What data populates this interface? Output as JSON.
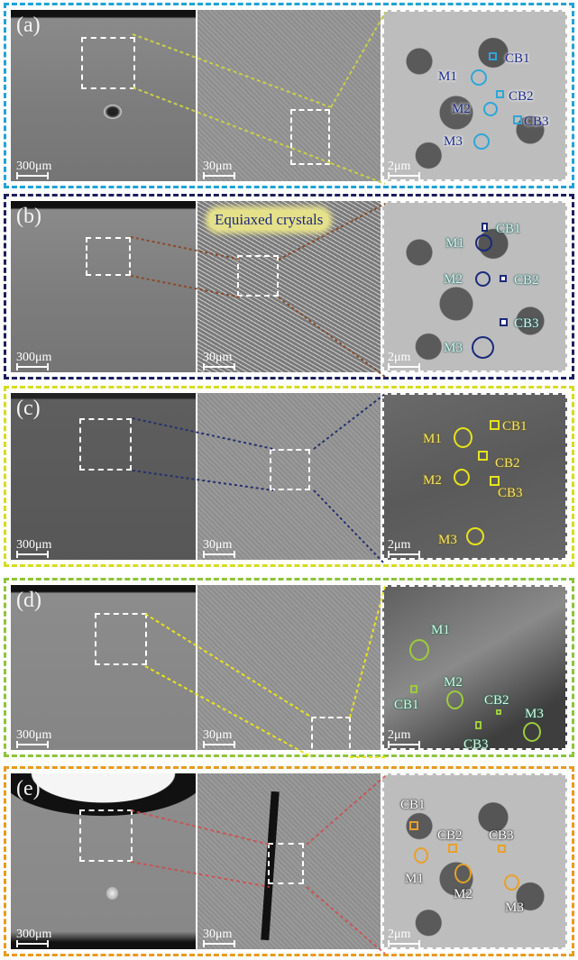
{
  "figure": {
    "rows": [
      {
        "id": "a",
        "letter": "(a)",
        "border_color": "#1fa3d6",
        "connector_color": "#c9cf4a",
        "marker_color": "#2ea6d8",
        "label_color": "#1b2a8a",
        "label_outline": "#ffffff",
        "scale_left": "300μm",
        "scale_mid": "30μm",
        "scale_right": "2μm",
        "points": {
          "M": [
            "M1",
            "M2",
            "M3"
          ],
          "CB": [
            "CB1",
            "CB2",
            "CB3"
          ]
        }
      },
      {
        "id": "b",
        "letter": "(b)",
        "border_color": "#1b1f5e",
        "connector_color": "#8a4a2a",
        "marker_color": "#1b2a7a",
        "label_color": "#d9f3ee",
        "label_outline": "#1e5b57",
        "scale_left": "300μm",
        "scale_mid": "30μm",
        "scale_right": "2μm",
        "annotation": "Equiaxed crystals",
        "points": {
          "M": [
            "M1",
            "M2",
            "M3"
          ],
          "CB": [
            "CB1",
            "CB2",
            "CB3"
          ]
        }
      },
      {
        "id": "c",
        "letter": "(c)",
        "border_color": "#d6dc1e",
        "connector_color": "#25306e",
        "marker_color": "#e8e21a",
        "label_color": "#f2e66a",
        "label_outline": "#6b5a1a",
        "scale_left": "300μm",
        "scale_mid": "30μm",
        "scale_right": "2μm",
        "points": {
          "M": [
            "M1",
            "M2",
            "M3"
          ],
          "CB": [
            "CB1",
            "CB2",
            "CB3"
          ]
        }
      },
      {
        "id": "d",
        "letter": "(d)",
        "border_color": "#8cc43a",
        "connector_color": "#e8e21a",
        "marker_color": "#9ccc3a",
        "label_color": "#d9f5e4",
        "label_outline": "#1e6b4a",
        "scale_left": "300μm",
        "scale_mid": "30μm",
        "scale_right": "2μm",
        "points": {
          "M": [
            "M1",
            "M2",
            "M3"
          ],
          "CB": [
            "CB1",
            "CB2",
            "CB3"
          ]
        }
      },
      {
        "id": "e",
        "letter": "(e)",
        "border_color": "#e89a1e",
        "connector_color": "#d24a4a",
        "marker_color": "#e8a02a",
        "label_color": "#ffffff",
        "label_outline": "#222222",
        "scale_left": "300μm",
        "scale_mid": "30μm",
        "scale_right": "2μm",
        "points": {
          "M": [
            "M1",
            "M2",
            "M3"
          ],
          "CB": [
            "CB1",
            "CB2",
            "CB3"
          ]
        }
      }
    ]
  }
}
